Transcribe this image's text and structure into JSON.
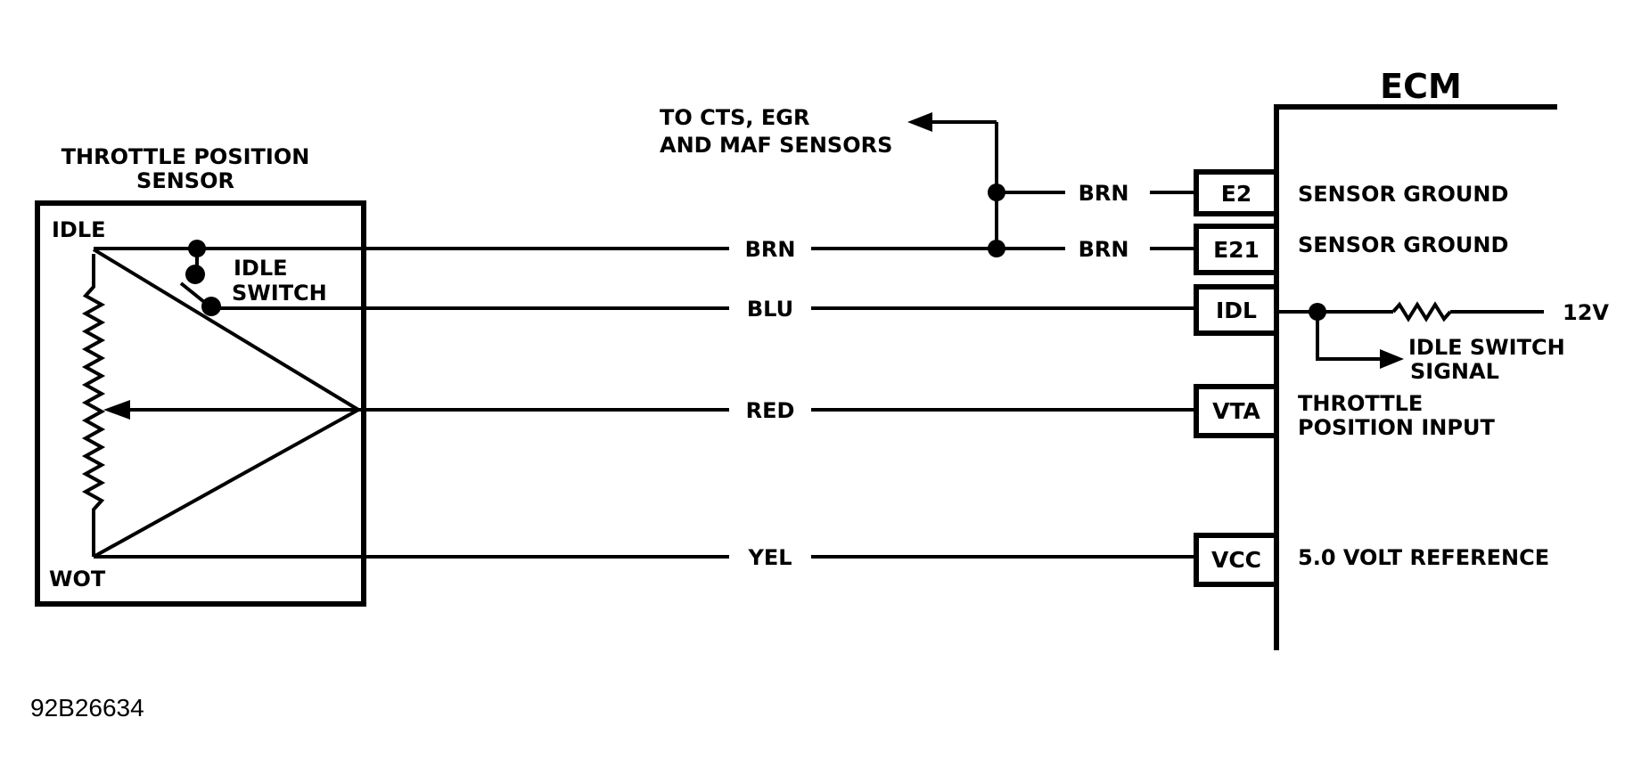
{
  "sensor": {
    "title_line1": "THROTTLE POSITION",
    "title_line2": "SENSOR",
    "idle": "IDLE",
    "wot": "WOT",
    "switch_line1": "IDLE",
    "switch_line2": "SWITCH"
  },
  "branch": {
    "line1": "TO CTS, EGR",
    "line2": "AND MAF SENSORS"
  },
  "wires": {
    "brn_main": "BRN",
    "brn_e2": "BRN",
    "brn_e21": "BRN",
    "blu": "BLU",
    "red": "RED",
    "yel": "YEL"
  },
  "ecm": {
    "title": "ECM",
    "pins": {
      "e2": "E2",
      "e21": "E21",
      "idl": "IDL",
      "vta": "VTA",
      "vcc": "VCC"
    },
    "descriptions": {
      "e2": "SENSOR GROUND",
      "e21": "SENSOR GROUND",
      "vta_line1": "THROTTLE",
      "vta_line2": "POSITION INPUT",
      "vcc": "5.0 VOLT REFERENCE"
    },
    "supply": "12V",
    "signal_line1": "IDLE SWITCH",
    "signal_line2": "SIGNAL"
  },
  "figure_code": "92B26634"
}
